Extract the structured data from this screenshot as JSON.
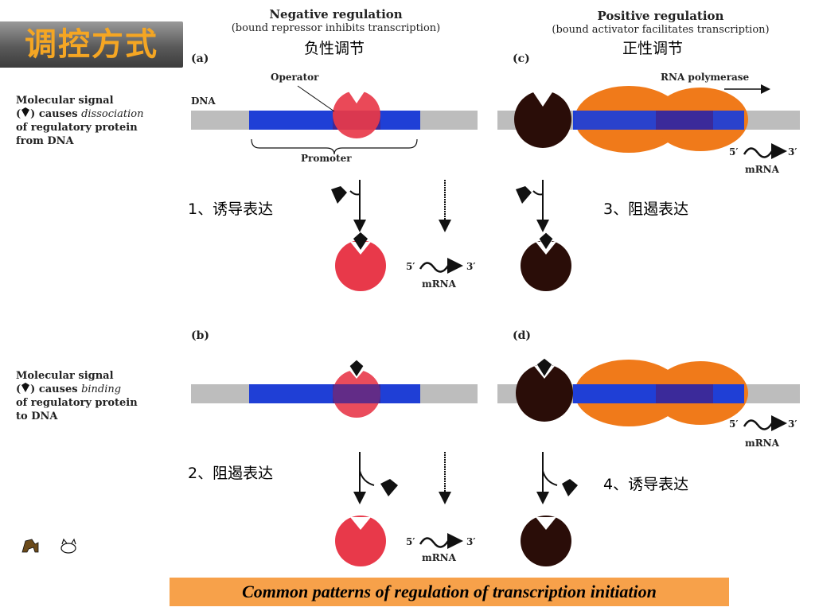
{
  "title": "调控方式",
  "negative": {
    "heading": "Negative regulation",
    "subheading": "(bound repressor inhibits transcription)",
    "cn": "负性调节"
  },
  "positive": {
    "heading": "Positive regulation",
    "subheading": "(bound activator facilitates transcription)",
    "cn": "正性调节"
  },
  "panels": {
    "a": "(a)",
    "b": "(b)",
    "c": "(c)",
    "d": "(d)"
  },
  "labels": {
    "dna": "DNA",
    "operator": "Operator",
    "promoter": "Promoter",
    "rna_polymerase": "RNA polymerase",
    "mrna": "mRNA",
    "five_prime": "5′",
    "three_prime": "3′"
  },
  "side_top": [
    "Molecular signal",
    "(",
    ") causes ",
    "dissociation",
    "of regulatory protein",
    "from DNA"
  ],
  "side_bottom": [
    "Molecular signal",
    "(",
    ") causes ",
    "binding",
    "of regulatory protein",
    "to DNA"
  ],
  "cases": {
    "c1": "1、诱导表达",
    "c2": "2、阻遏表达",
    "c3": "3、阻遏表达",
    "c4": "4、诱导表达"
  },
  "caption": "Common patterns of regulation of transcription initiation",
  "colors": {
    "dna_gray": "#b8b8b8",
    "dna_blue": "#1f3fd6",
    "operator_purple": "#3b2a9a",
    "repressor_red": "#e8394a",
    "activator_dark": "#2a0d08",
    "polymerase_orange": "#f07a1a",
    "caption_bg": "#f7a14a",
    "title_orange": "#f5a623"
  },
  "icons": [
    "dog-icon",
    "cat-icon"
  ]
}
